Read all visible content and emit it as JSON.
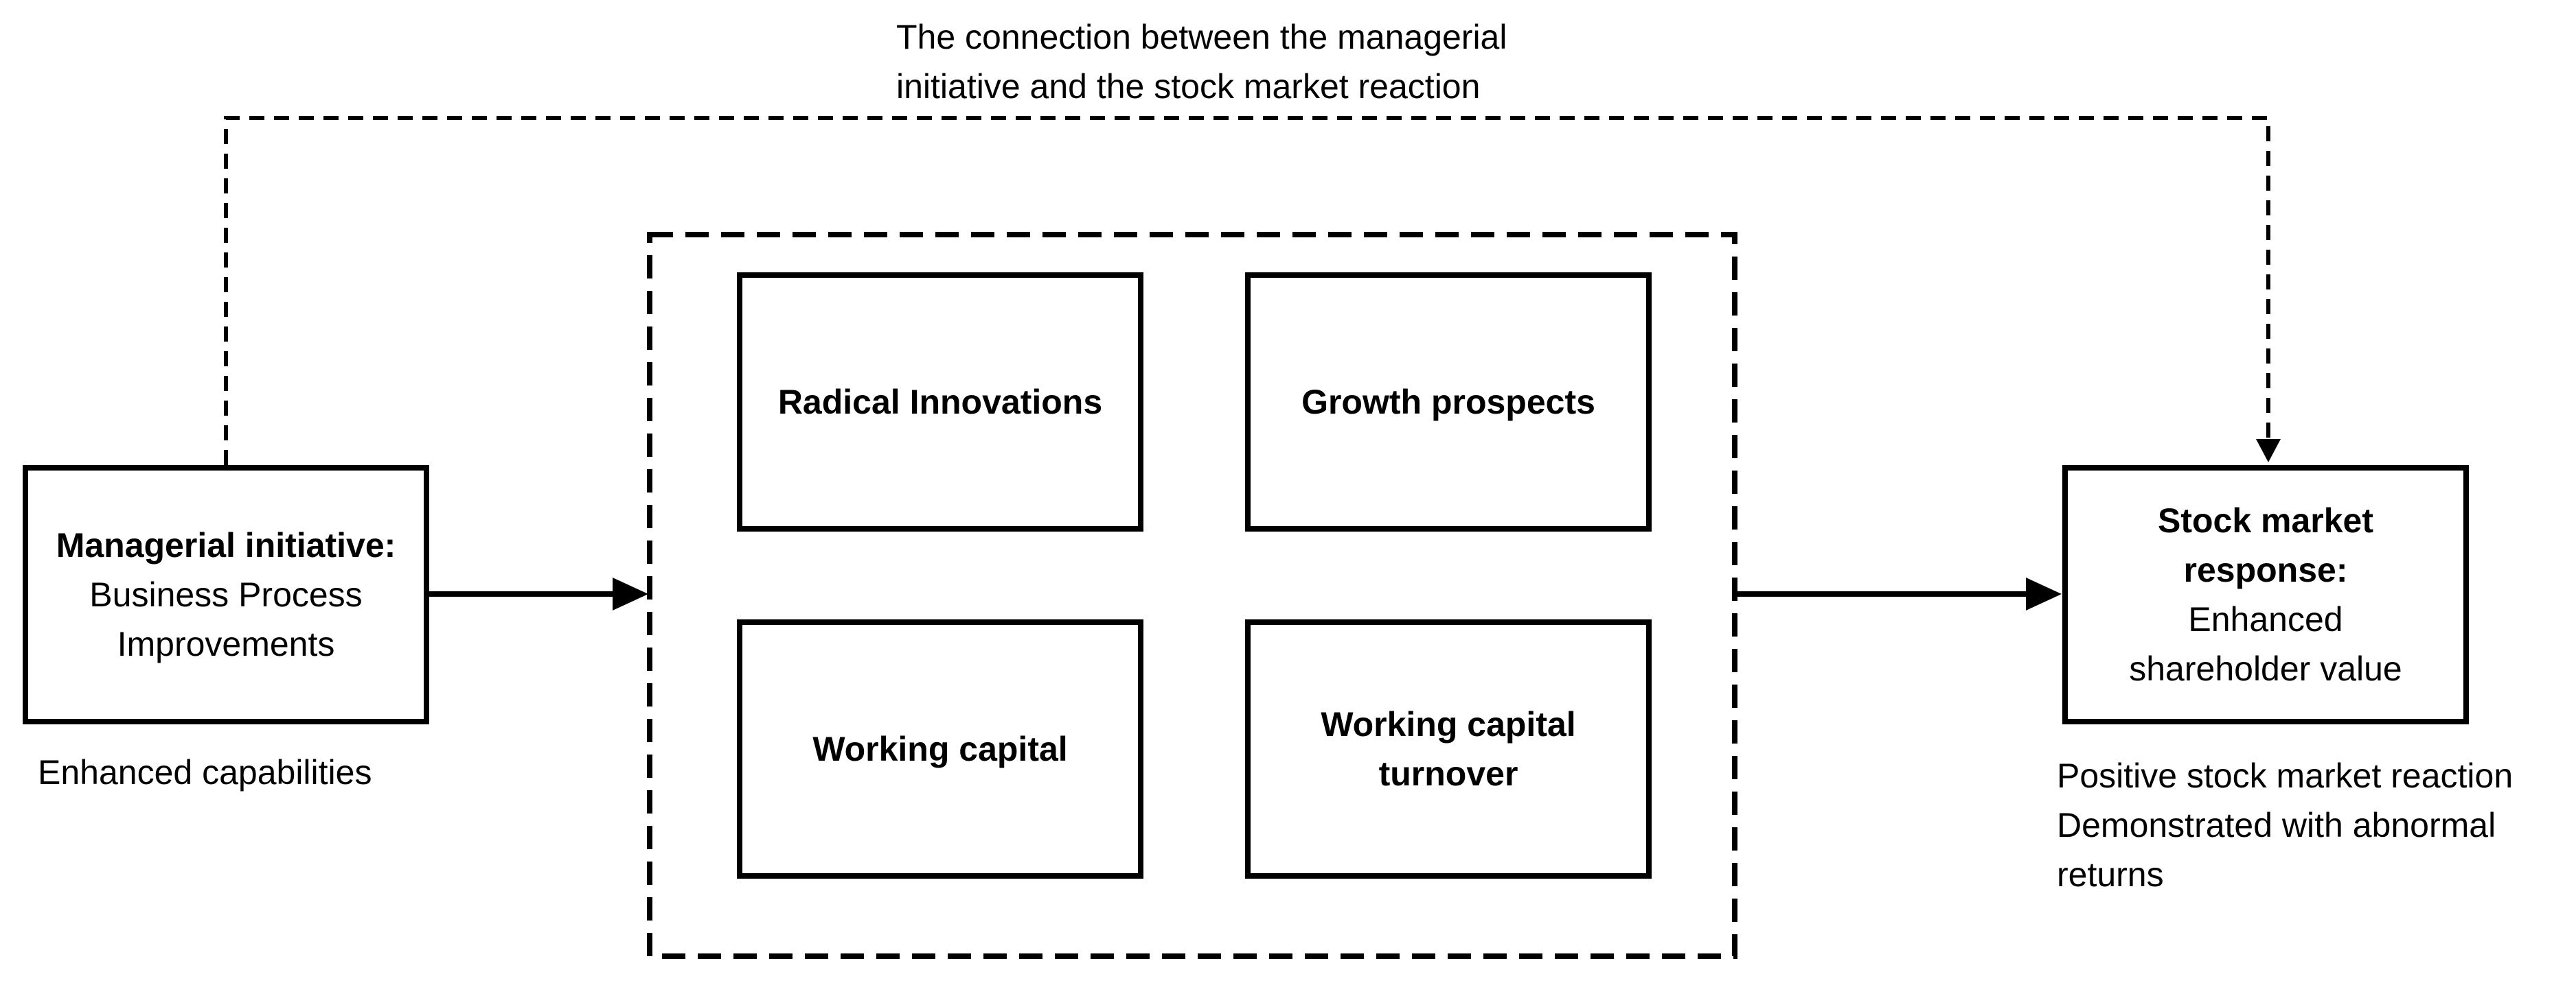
{
  "connection_label": {
    "line1": "The connection between the managerial",
    "line2": "initiative and the stock market reaction"
  },
  "managerial_box": {
    "title": "Managerial initiative:",
    "line1": "Business Process",
    "line2": "Improvements"
  },
  "managerial_caption": "Enhanced capabilities",
  "mediators": [
    {
      "line1": "Radical Innovations",
      "line2": ""
    },
    {
      "line1": "Growth prospects",
      "line2": ""
    },
    {
      "line1": "Working capital",
      "line2": ""
    },
    {
      "line1": "Working capital",
      "line2": "turnover"
    }
  ],
  "stock_box": {
    "title1": "Stock market",
    "title2": "response:",
    "line1": "Enhanced",
    "line2": "shareholder value"
  },
  "stock_caption": {
    "line1": "Positive stock market reaction",
    "line2": "Demonstrated with abnormal",
    "line3": "returns"
  },
  "colors": {
    "stroke": "#000000",
    "background": "#ffffff"
  }
}
